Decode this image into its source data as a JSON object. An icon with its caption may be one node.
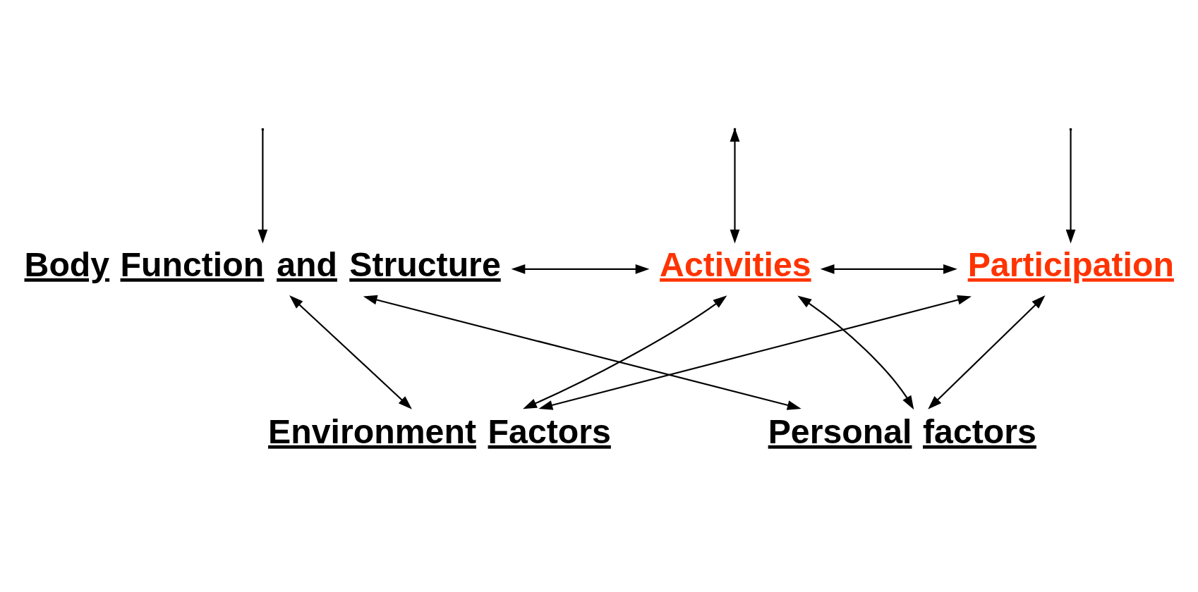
{
  "diagram": {
    "nodes": [
      {
        "text": [
          "Body Function and Structure"
        ]
      },
      {
        "text": [
          "Activities"
        ]
      },
      {
        "text": [
          "Participation"
        ]
      },
      {
        "text": [
          "Environment Factors"
        ]
      },
      {
        "text": [
          "Personal factors"
        ]
      }
    ],
    "edges": [
      {
        "from": null,
        "to": 1,
        "arrow": "both"
      },
      {
        "from": null,
        "to": 0,
        "arrow": "to"
      },
      {
        "from": null,
        "to": 2,
        "arrow": "to"
      },
      {
        "from": 0,
        "to": 1,
        "arrow": "both"
      },
      {
        "from": 1,
        "to": 2,
        "arrow": "both"
      },
      {
        "from": 3,
        "to": 0,
        "arrow": "both"
      },
      {
        "from": 3,
        "to": 1,
        "arrow": "both"
      },
      {
        "from": 3,
        "to": 2,
        "arrow": "both"
      },
      {
        "from": 4,
        "to": 0,
        "arrow": "both"
      },
      {
        "from": 4,
        "to": 1,
        "arrow": "both"
      },
      {
        "from": 4,
        "to": 2,
        "arrow": "both"
      }
    ]
  }
}
